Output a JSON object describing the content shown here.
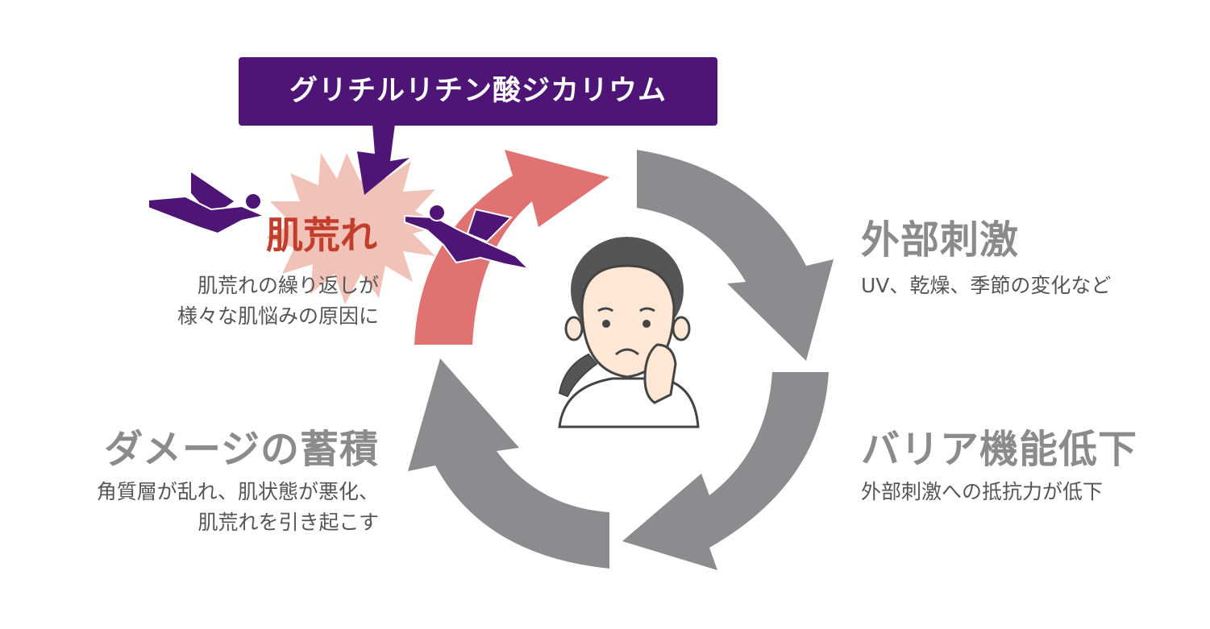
{
  "banner": {
    "text": "グリチルリチン酸ジカリウム"
  },
  "burst": {
    "text": "肌荒れ"
  },
  "top_left": {
    "line1": "肌荒れの繰り返しが",
    "line2": "様々な肌悩みの原因に"
  },
  "right_top": {
    "title": "外部刺激",
    "desc": "UV、乾燥、季節の変化など"
  },
  "right_bottom": {
    "title": "バリア機能低下",
    "desc": "外部刺激への抵抗力が低下"
  },
  "left_bottom": {
    "title": "ダメージの蓄積",
    "line1": "角質層が乱れ、肌状態が悪化、",
    "line2": "肌荒れを引き起こす"
  },
  "colors": {
    "purple": "#4e1577",
    "red_arrow": "#e07272",
    "gray_arrow": "#8c8c8e",
    "burst": "#f1c2b7",
    "burst_text": "#c23d2c"
  }
}
